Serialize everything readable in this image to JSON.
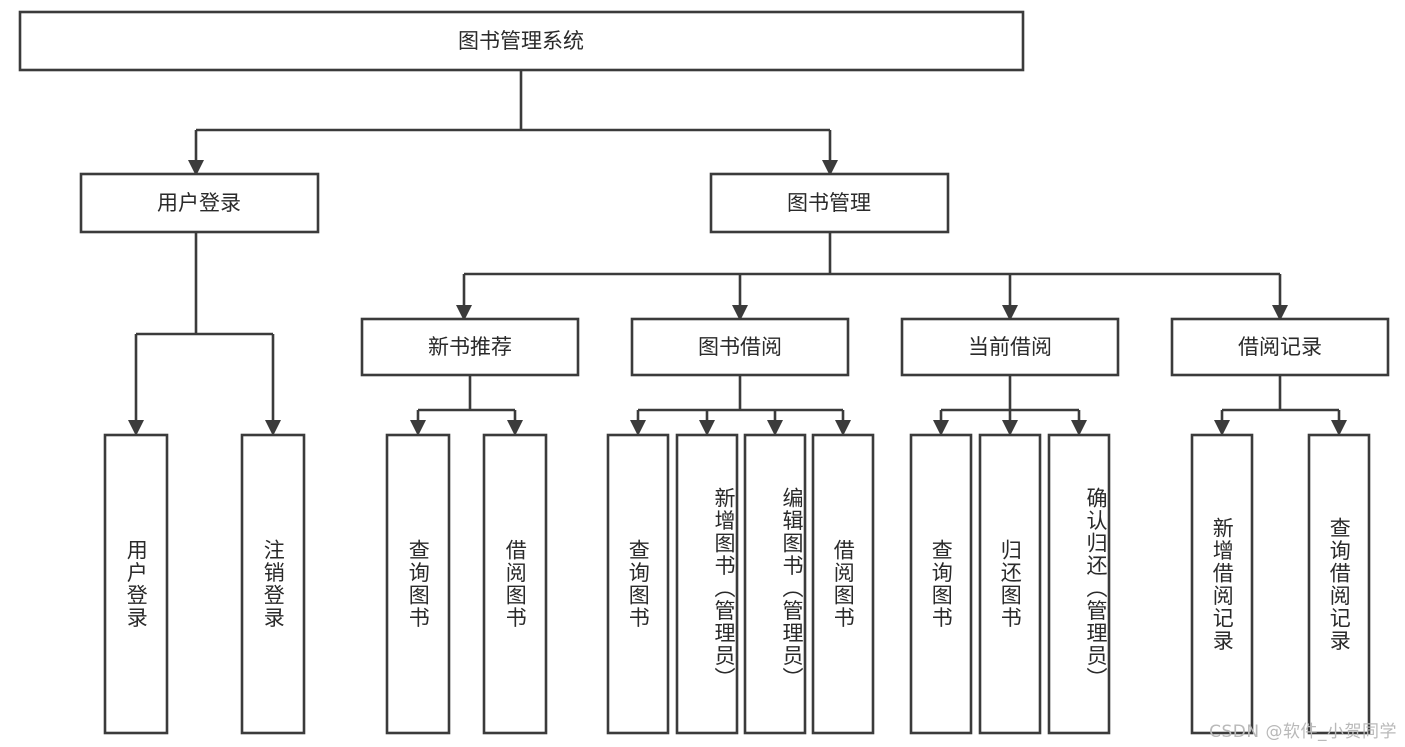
{
  "diagram": {
    "title": "图书管理系统",
    "type": "hierarchy-tree",
    "watermark": "CSDN @软件_小贺同学",
    "colors": {
      "stroke": "#3b3b3b",
      "fill": "#ffffff",
      "text": "#2a2a2a",
      "watermark": "#b9b9b9",
      "background": "#ffffff"
    },
    "root": {
      "label": "图书管理系统"
    },
    "level2": [
      {
        "label": "用户登录"
      },
      {
        "label": "图书管理"
      }
    ],
    "level3": [
      {
        "label": "新书推荐"
      },
      {
        "label": "图书借阅"
      },
      {
        "label": "当前借阅"
      },
      {
        "label": "借阅记录"
      }
    ],
    "leaves": {
      "user_login": [
        {
          "label": "用户登录"
        },
        {
          "label": "注销登录"
        }
      ],
      "new_book_recommend": [
        {
          "label": "查询图书"
        },
        {
          "label": "借阅图书"
        }
      ],
      "book_borrow": [
        {
          "label": "查询图书"
        },
        {
          "label": "新增图书（管理员）"
        },
        {
          "label": "编辑图书（管理员）"
        },
        {
          "label": "借阅图书"
        }
      ],
      "current_borrow": [
        {
          "label": "查询图书"
        },
        {
          "label": "归还图书"
        },
        {
          "label": "确认归还（管理员）"
        }
      ],
      "borrow_record": [
        {
          "label": "新增借阅记录"
        },
        {
          "label": "查询借阅记录"
        }
      ]
    }
  }
}
